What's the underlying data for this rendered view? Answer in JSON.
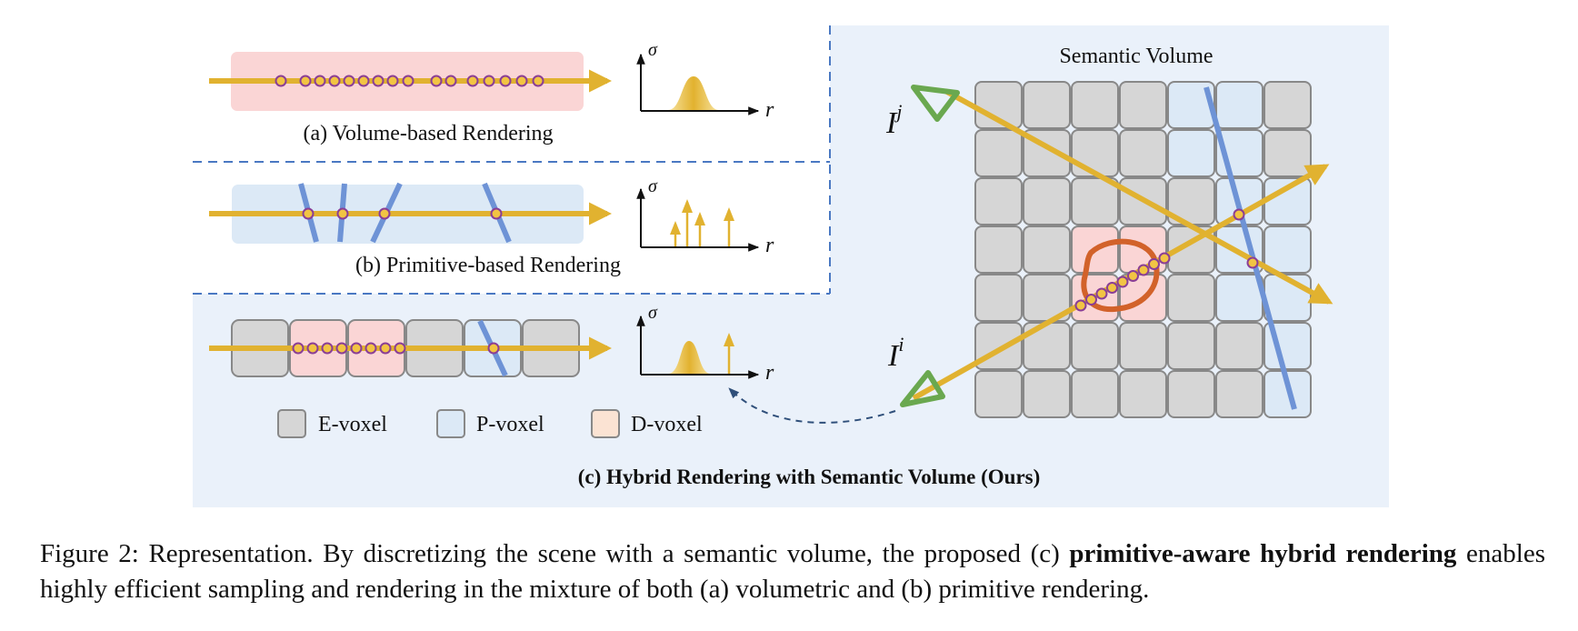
{
  "panels": {
    "a": {
      "label": "(a) Volume-based Rendering"
    },
    "b": {
      "label": "(b) Primitive-based Rendering"
    },
    "c": {
      "label": "(c) Hybrid Rendering with Semantic Volume (Ours)"
    }
  },
  "axes": {
    "y_symbol": "σ",
    "x_symbol": "r"
  },
  "semantic_volume": {
    "title": "Semantic Volume",
    "camera_j": {
      "base": "I",
      "sup": "j"
    },
    "camera_i": {
      "base": "I",
      "sup": "i"
    }
  },
  "legend": [
    {
      "label": "E-voxel",
      "color": "#d6d6d6"
    },
    {
      "label": "P-voxel",
      "color": "#dce9f6"
    },
    {
      "label": "D-voxel",
      "color": "#fbe3d3"
    }
  ],
  "caption": {
    "lead": "Figure 2: Representation.  By discretizing the scene with a semantic volume, the proposed (c) ",
    "bold1": "primitive-aware hybrid rendering",
    "rest": " enables highly efficient sampling and rendering in the mixture of both (a) volumetric and (b) primitive rendering."
  },
  "colors": {
    "ray": "#e1b230",
    "primitive": "#6e93d6",
    "sample_fill": "#f2c443",
    "sample_stroke": "#8a3e96",
    "camera": "#6aa84f",
    "object": "#d2622a",
    "panel_bg": "#eaf1fa",
    "divider": "#4a78c2"
  }
}
